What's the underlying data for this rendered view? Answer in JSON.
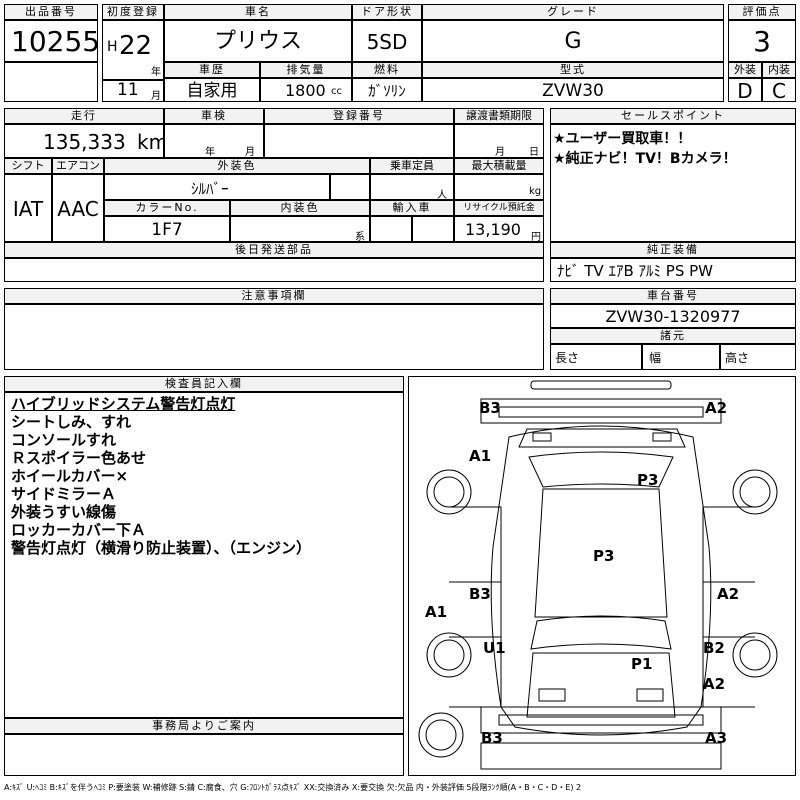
{
  "header": {
    "lot_no_label": "出品番号",
    "lot_no": "10255",
    "first_reg_label": "初度登録",
    "era": "H",
    "year": "22",
    "year_unit": "年",
    "month": "11",
    "month_unit": "月",
    "car_name_label": "車名",
    "car_name": "プリウス",
    "door_label": "ドア形状",
    "door": "5SD",
    "grade_label": "グレード",
    "grade": "G",
    "score_label": "評価点",
    "score": "3",
    "history_label": "車歴",
    "history": "自家用",
    "displacement_label": "排気量",
    "displacement": "1800",
    "displacement_unit": "cc",
    "fuel_label": "燃料",
    "fuel": "ｶﾞｿﾘﾝ",
    "model_label": "型式",
    "model": "ZVW30",
    "exterior_label": "外装",
    "exterior": "D",
    "interior_label": "内装",
    "interior": "C"
  },
  "row2": {
    "mileage_label": "走行",
    "mileage": "135,333",
    "mileage_unit": "km",
    "inspection_label": "車検",
    "insp_year_unit": "年",
    "insp_month_unit": "月",
    "reg_no_label": "登録番号",
    "transfer_label": "譲渡書類期限",
    "transfer_month_unit": "月",
    "transfer_day_unit": "日",
    "shift_label": "シフト",
    "shift": "IAT",
    "ac_label": "エアコン",
    "ac": "AAC",
    "color_label": "外装色",
    "color": "ｼﾙﾊﾞｰ",
    "capacity_label": "乗車定員",
    "capacity_unit": "人",
    "load_label": "最大積載量",
    "load_unit": "kg",
    "color_no_label": "カラーNo.",
    "color_no": "1F7",
    "interior_color_label": "内装色",
    "interior_color_unit": "系",
    "import_label": "輸入車",
    "recycle_label": "リサイクル預託金",
    "recycle": "13,190",
    "recycle_unit": "円",
    "later_parts_label": "後日発送部品"
  },
  "sales": {
    "label": "セールスポイント",
    "lines": [
      "★ユーザー買取車！！",
      "★純正ナビ！TV！Bカメラ！"
    ]
  },
  "equipment": {
    "label": "純正装備",
    "value": "ﾅﾋﾞ TV ｴｱB ｱﾙﾐ PS PW"
  },
  "notes": {
    "label": "注意事項欄"
  },
  "chassis": {
    "label": "車台番号",
    "value": "ZVW30-1320977"
  },
  "dimensions": {
    "label": "諸元",
    "length": "長さ",
    "width": "幅",
    "height": "高さ"
  },
  "inspector": {
    "label": "検査員記入欄",
    "lines": [
      "ハイブリッドシステム警告灯点灯",
      "シートしみ、すれ",
      "コンソールすれ",
      "Ｒスポイラー色あせ",
      "ホイールカバー×",
      "サイドミラーＡ",
      "外装うすい線傷",
      "ロッカーカバー下Ａ",
      "警告灯点灯（横滑り防止装置）、（エンジン）"
    ]
  },
  "office": {
    "label": "事務局よりご案内"
  },
  "diagram_marks": {
    "b3_top": "B3",
    "a2_top": "A2",
    "a1_left": "A1",
    "p3_roof": "P3",
    "p3_hood": "P3",
    "b3_left": "B3",
    "a2_right": "A2",
    "a1_edge": "A1",
    "u1": "U1",
    "b2": "B2",
    "p1": "P1",
    "a2_rear": "A2",
    "b3_bottom": "B3",
    "a3_bottom": "A3"
  },
  "legend": "A:ｷｽﾞ U:ﾍｺﾐ B:ｷｽﾞを伴うﾍｺﾐ P:要塗装 W:補修跡 S:錆 C:腐食、穴 G:ﾌﾛﾝﾄｶﾞﾗｽ点ｷｽﾞ XX:交換済み X:要交換 欠:欠品 内・外装評価 5段階ﾗﾝｸ順(A・B・C・D・E) 2"
}
